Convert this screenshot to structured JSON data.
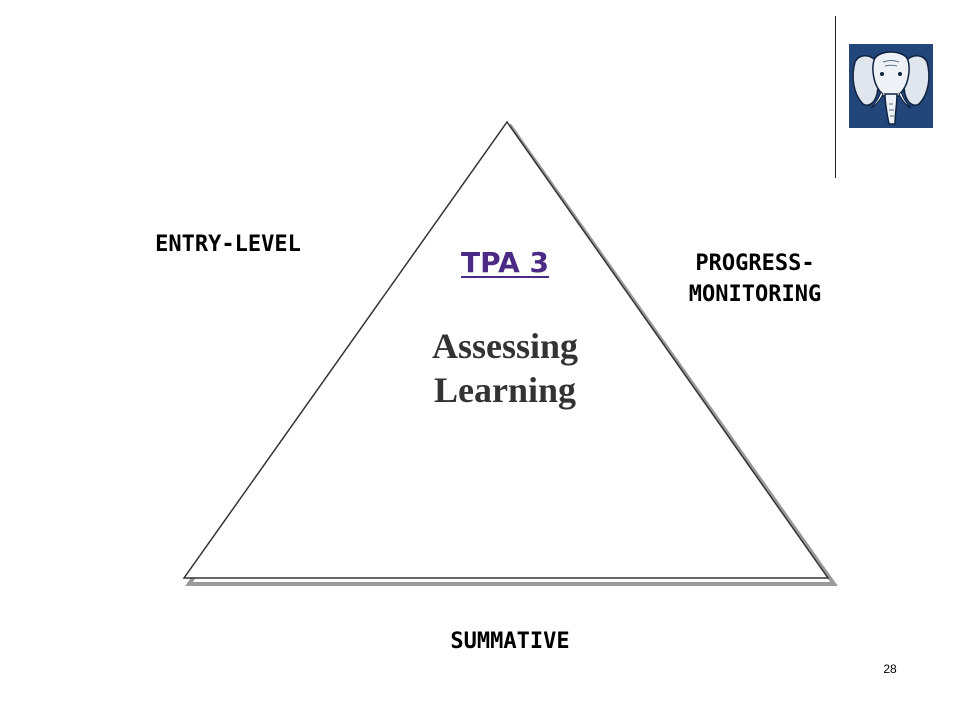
{
  "diagram": {
    "labels": {
      "entry_level": "ENTRY-LEVEL",
      "progress_line1": "PROGRESS-",
      "progress_line2": "MONITORING",
      "summative": "SUMMATIVE"
    },
    "center": {
      "title": "TPA 3",
      "subtitle_line1": "Assessing",
      "subtitle_line2": "Learning"
    },
    "colors": {
      "title": "#4b2a86",
      "subtitle": "#333333",
      "triangle_stroke": "#333333",
      "triangle_shadow": "#9a9a9a"
    }
  },
  "slide": {
    "page_number": "28"
  },
  "logo": {
    "icon": "elephant-icon",
    "background_color": "#22457a"
  }
}
